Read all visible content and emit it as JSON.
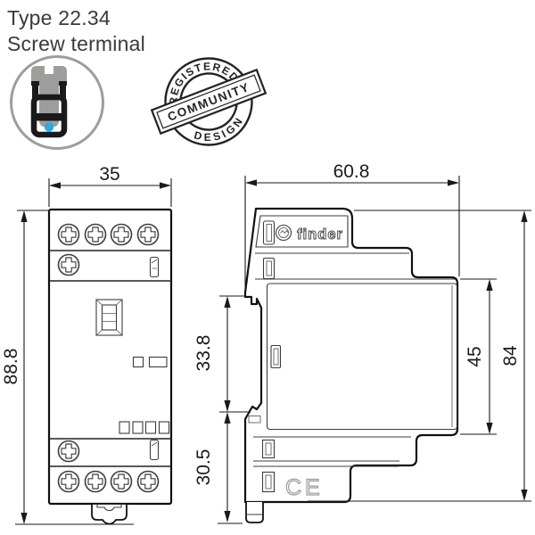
{
  "header": {
    "type_label": "Type 22.34",
    "terminal_label": "Screw terminal"
  },
  "stamp": {
    "top_text": "REGISTERED",
    "banner_text": "COMMUNITY",
    "bottom_text": "DESIGN"
  },
  "drawing": {
    "brand_logo": "finder",
    "ce_mark": "CE",
    "dimensions": {
      "front_width": "35",
      "front_height": "88.8",
      "side_width": "60.8",
      "side_height": "84",
      "side_body": "45",
      "side_upper": "33.8",
      "side_lower": "30.5"
    }
  },
  "colors": {
    "accent_blue": "#29abe2",
    "line_dark": "#1a1a1a",
    "icon_gray": "#9d9d9c"
  }
}
